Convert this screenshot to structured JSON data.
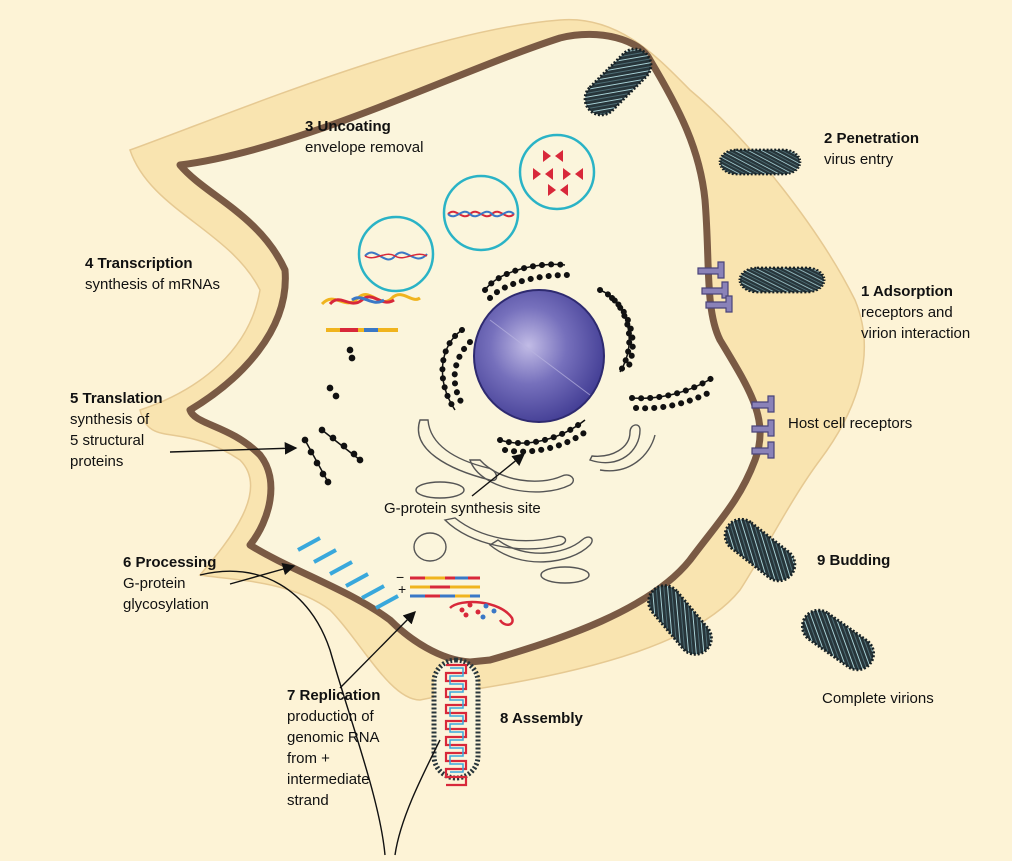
{
  "colors": {
    "background": "#fdf3d6",
    "outer_cell": "#f9e4b0",
    "cytoplasm": "#fbf5dc",
    "membrane": "#7a5a44",
    "nucleus": "#4e4a9a",
    "virion": "#27353a",
    "vesicle": "#2ab3c6",
    "glycoprotein": "#39a8dc",
    "rna_red": "#d8283a",
    "receptor": "#8a82b8"
  },
  "steps": [
    {
      "title": "1 Adsorption",
      "desc": [
        "receptors and",
        "virion interaction"
      ]
    },
    {
      "title": "2 Penetration",
      "desc": [
        "virus entry"
      ]
    },
    {
      "title": "3 Uncoating",
      "desc": [
        "envelope removal"
      ]
    },
    {
      "title": "4 Transcription",
      "desc": [
        "synthesis of mRNAs"
      ]
    },
    {
      "title": "5 Translation",
      "desc": [
        "synthesis of",
        "5 structural",
        "proteins"
      ]
    },
    {
      "title": "6 Processing",
      "desc": [
        "G-protein",
        "glycosylation"
      ]
    },
    {
      "title": "7 Replication",
      "desc": [
        "production of",
        "genomic RNA",
        "from +",
        "intermediate",
        "strand"
      ]
    },
    {
      "title": "8 Assembly",
      "desc": []
    },
    {
      "title": "9 Budding",
      "desc": []
    }
  ],
  "labels": {
    "host_receptors": "Host cell receptors",
    "g_protein_site": "G-protein synthesis site",
    "complete_virions": "Complete virions",
    "minus_sign": "−",
    "plus_sign": "+"
  }
}
